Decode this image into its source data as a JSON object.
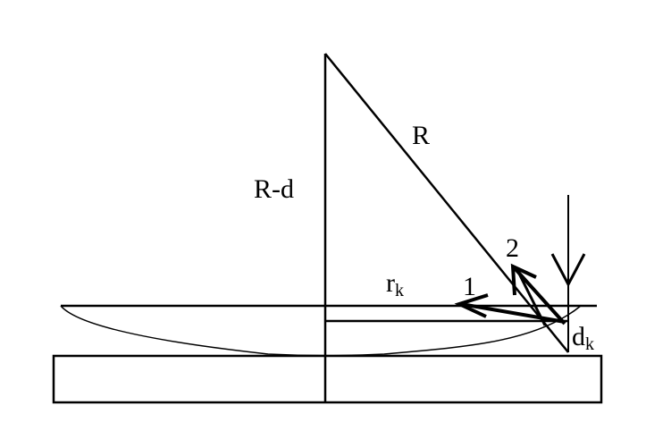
{
  "diagram": {
    "labels": {
      "hypotenuse": "R",
      "vertical_side": "R-d",
      "horizontal_radius_base": "r",
      "horizontal_radius_sub": "k",
      "ray_1": "1",
      "ray_2": "2",
      "thickness_base": "d",
      "thickness_sub": "k"
    },
    "colors": {
      "stroke": "#000000",
      "background": "#ffffff"
    }
  }
}
